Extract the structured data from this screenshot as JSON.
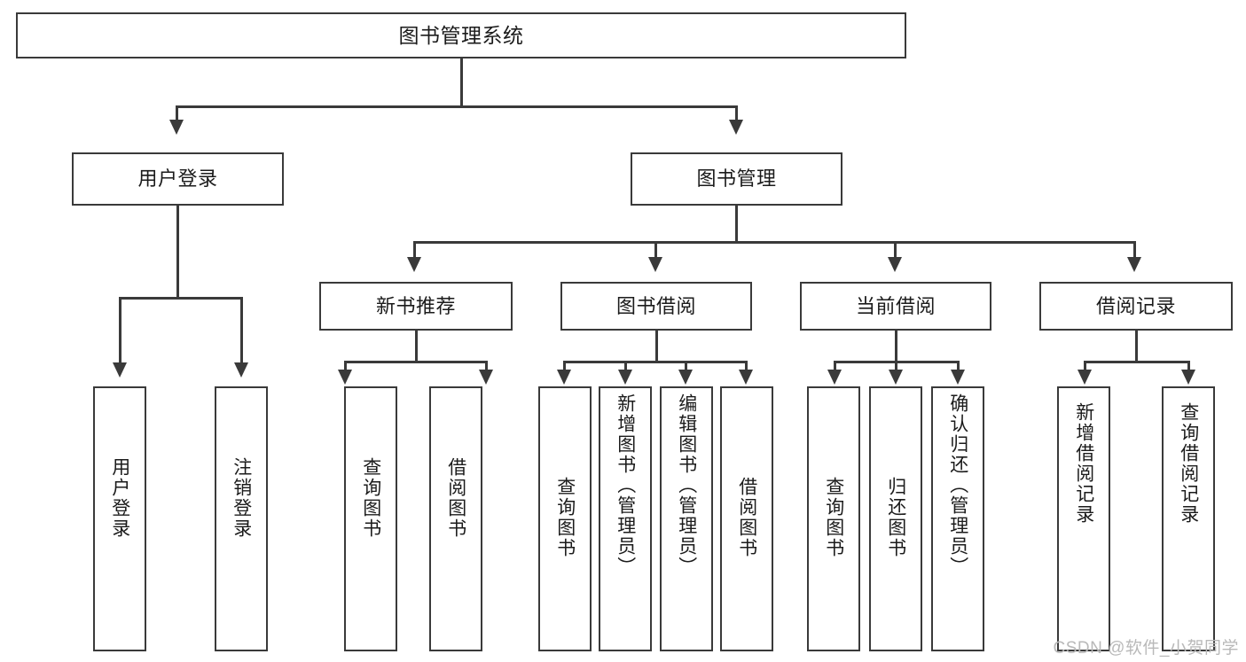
{
  "diagram": {
    "type": "tree-hierarchy",
    "title": "图书管理系统",
    "watermark": "CSDN @软件_小贺同学",
    "root": {
      "label": "图书管理系统"
    },
    "level1": [
      {
        "label": "用户登录"
      },
      {
        "label": "图书管理"
      }
    ],
    "level2": [
      {
        "label": "新书推荐"
      },
      {
        "label": "图书借阅"
      },
      {
        "label": "当前借阅"
      },
      {
        "label": "借阅记录"
      }
    ],
    "leaves": {
      "user_login": [
        {
          "label": "用户登录"
        },
        {
          "label": "注销登录"
        }
      ],
      "new_book_recommend": [
        {
          "label": "查询图书"
        },
        {
          "label": "借阅图书"
        }
      ],
      "book_borrow": [
        {
          "label": "查询图书"
        },
        {
          "label": "新增图书（管理员）"
        },
        {
          "label": "编辑图书（管理员）"
        },
        {
          "label": "借阅图书"
        }
      ],
      "current_borrow": [
        {
          "label": "查询图书"
        },
        {
          "label": "归还图书"
        },
        {
          "label": "确认归还（管理员）"
        }
      ],
      "borrow_record": [
        {
          "label": "新增借阅记录"
        },
        {
          "label": "查询借阅记录"
        }
      ]
    },
    "colors": {
      "stroke": "#3a3a3a",
      "fill": "#ffffff",
      "text": "#1b1b1b",
      "watermark": "#b9b9b9"
    }
  }
}
